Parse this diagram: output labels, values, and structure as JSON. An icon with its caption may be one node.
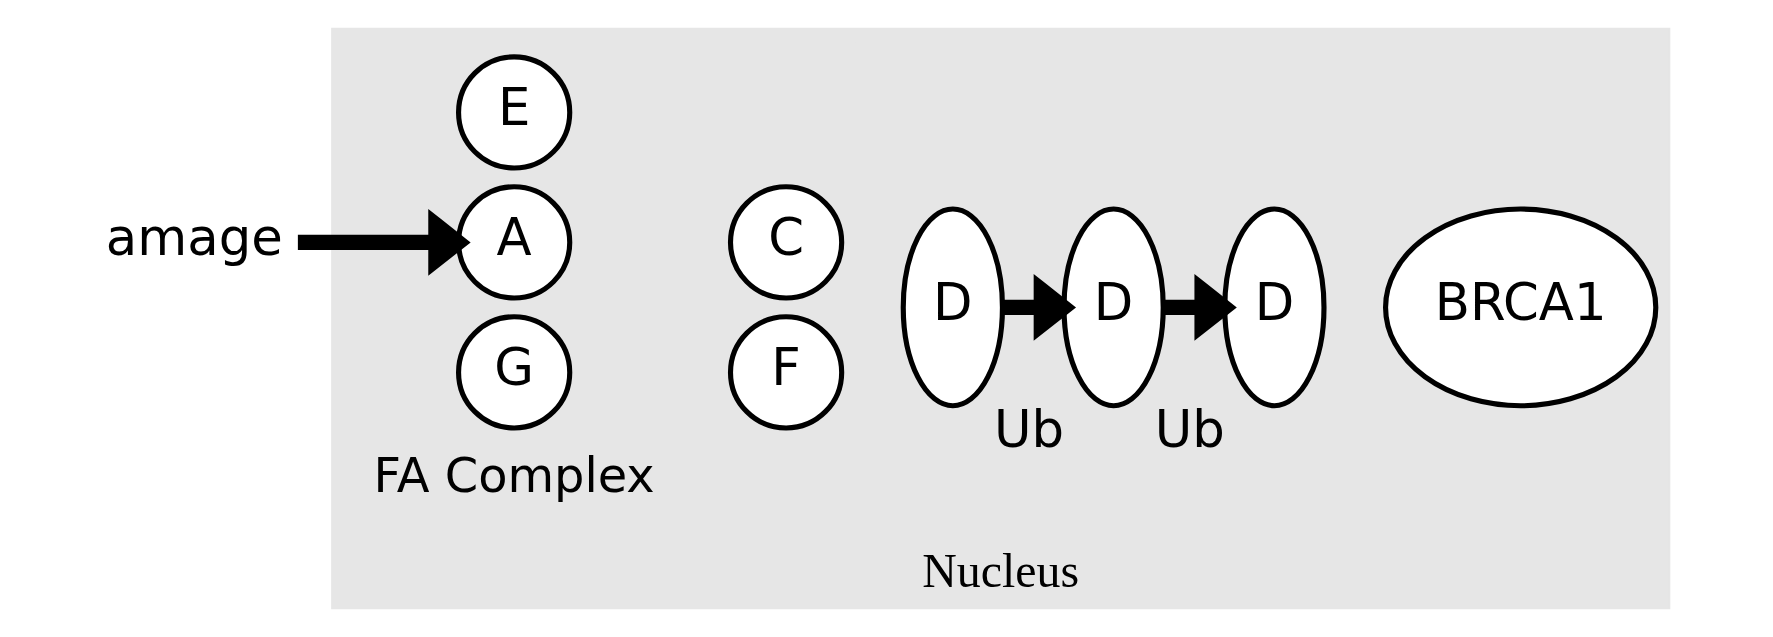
{
  "diagram": {
    "nodes": [
      {
        "text": [
          "Nucleus"
        ]
      },
      {
        "text": [
          "amage"
        ]
      },
      {
        "text": [
          "E"
        ],
        "in": 0
      },
      {
        "text": [
          "A"
        ],
        "in": 0
      },
      {
        "text": [
          "C"
        ],
        "in": 0
      },
      {
        "text": [
          "G"
        ],
        "in": 0
      },
      {
        "text": [
          "F"
        ],
        "in": 0
      },
      {
        "text": [
          "D"
        ],
        "in": 0
      },
      {
        "text": [
          "D"
        ],
        "in": 0,
        "beside": [
          "Ub"
        ]
      },
      {
        "text": [
          "D"
        ],
        "in": 0,
        "beside": [
          "Ub"
        ]
      },
      {
        "text": [
          "BRCA1"
        ],
        "in": 0
      }
    ],
    "edges": [
      {
        "from": 1,
        "to": 3,
        "arrow": "to"
      },
      {
        "from": 7,
        "to": 8,
        "arrow": "to"
      },
      {
        "from": 8,
        "to": 9,
        "arrow": "to"
      }
    ],
    "labels": [
      "FA Complex"
    ]
  }
}
